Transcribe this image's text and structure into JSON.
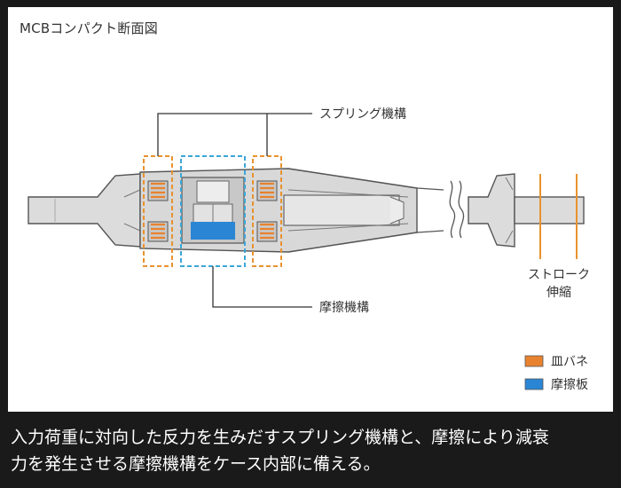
{
  "diagram": {
    "title": "MCBコンパクト断面図",
    "labels": {
      "spring": "スプリング機構",
      "friction": "摩擦機構",
      "stroke_line1": "ストローク",
      "stroke_line2": "伸縮"
    },
    "legend": [
      {
        "label": "皿バネ",
        "color": "#e8822e"
      },
      {
        "label": "摩擦板",
        "color": "#2a86d4"
      }
    ],
    "colors": {
      "spring_outline": "#e8922e",
      "friction_outline": "#3aa6d8",
      "body_fill": "#dcdcdc",
      "body_stroke": "#555555",
      "leader": "#333333"
    }
  },
  "caption": {
    "line1": "入力荷重に対向した反力を生みだすスプリング機構と、摩擦により減衰",
    "line2": "力を発生させる摩擦機構をケース内部に備える。"
  }
}
